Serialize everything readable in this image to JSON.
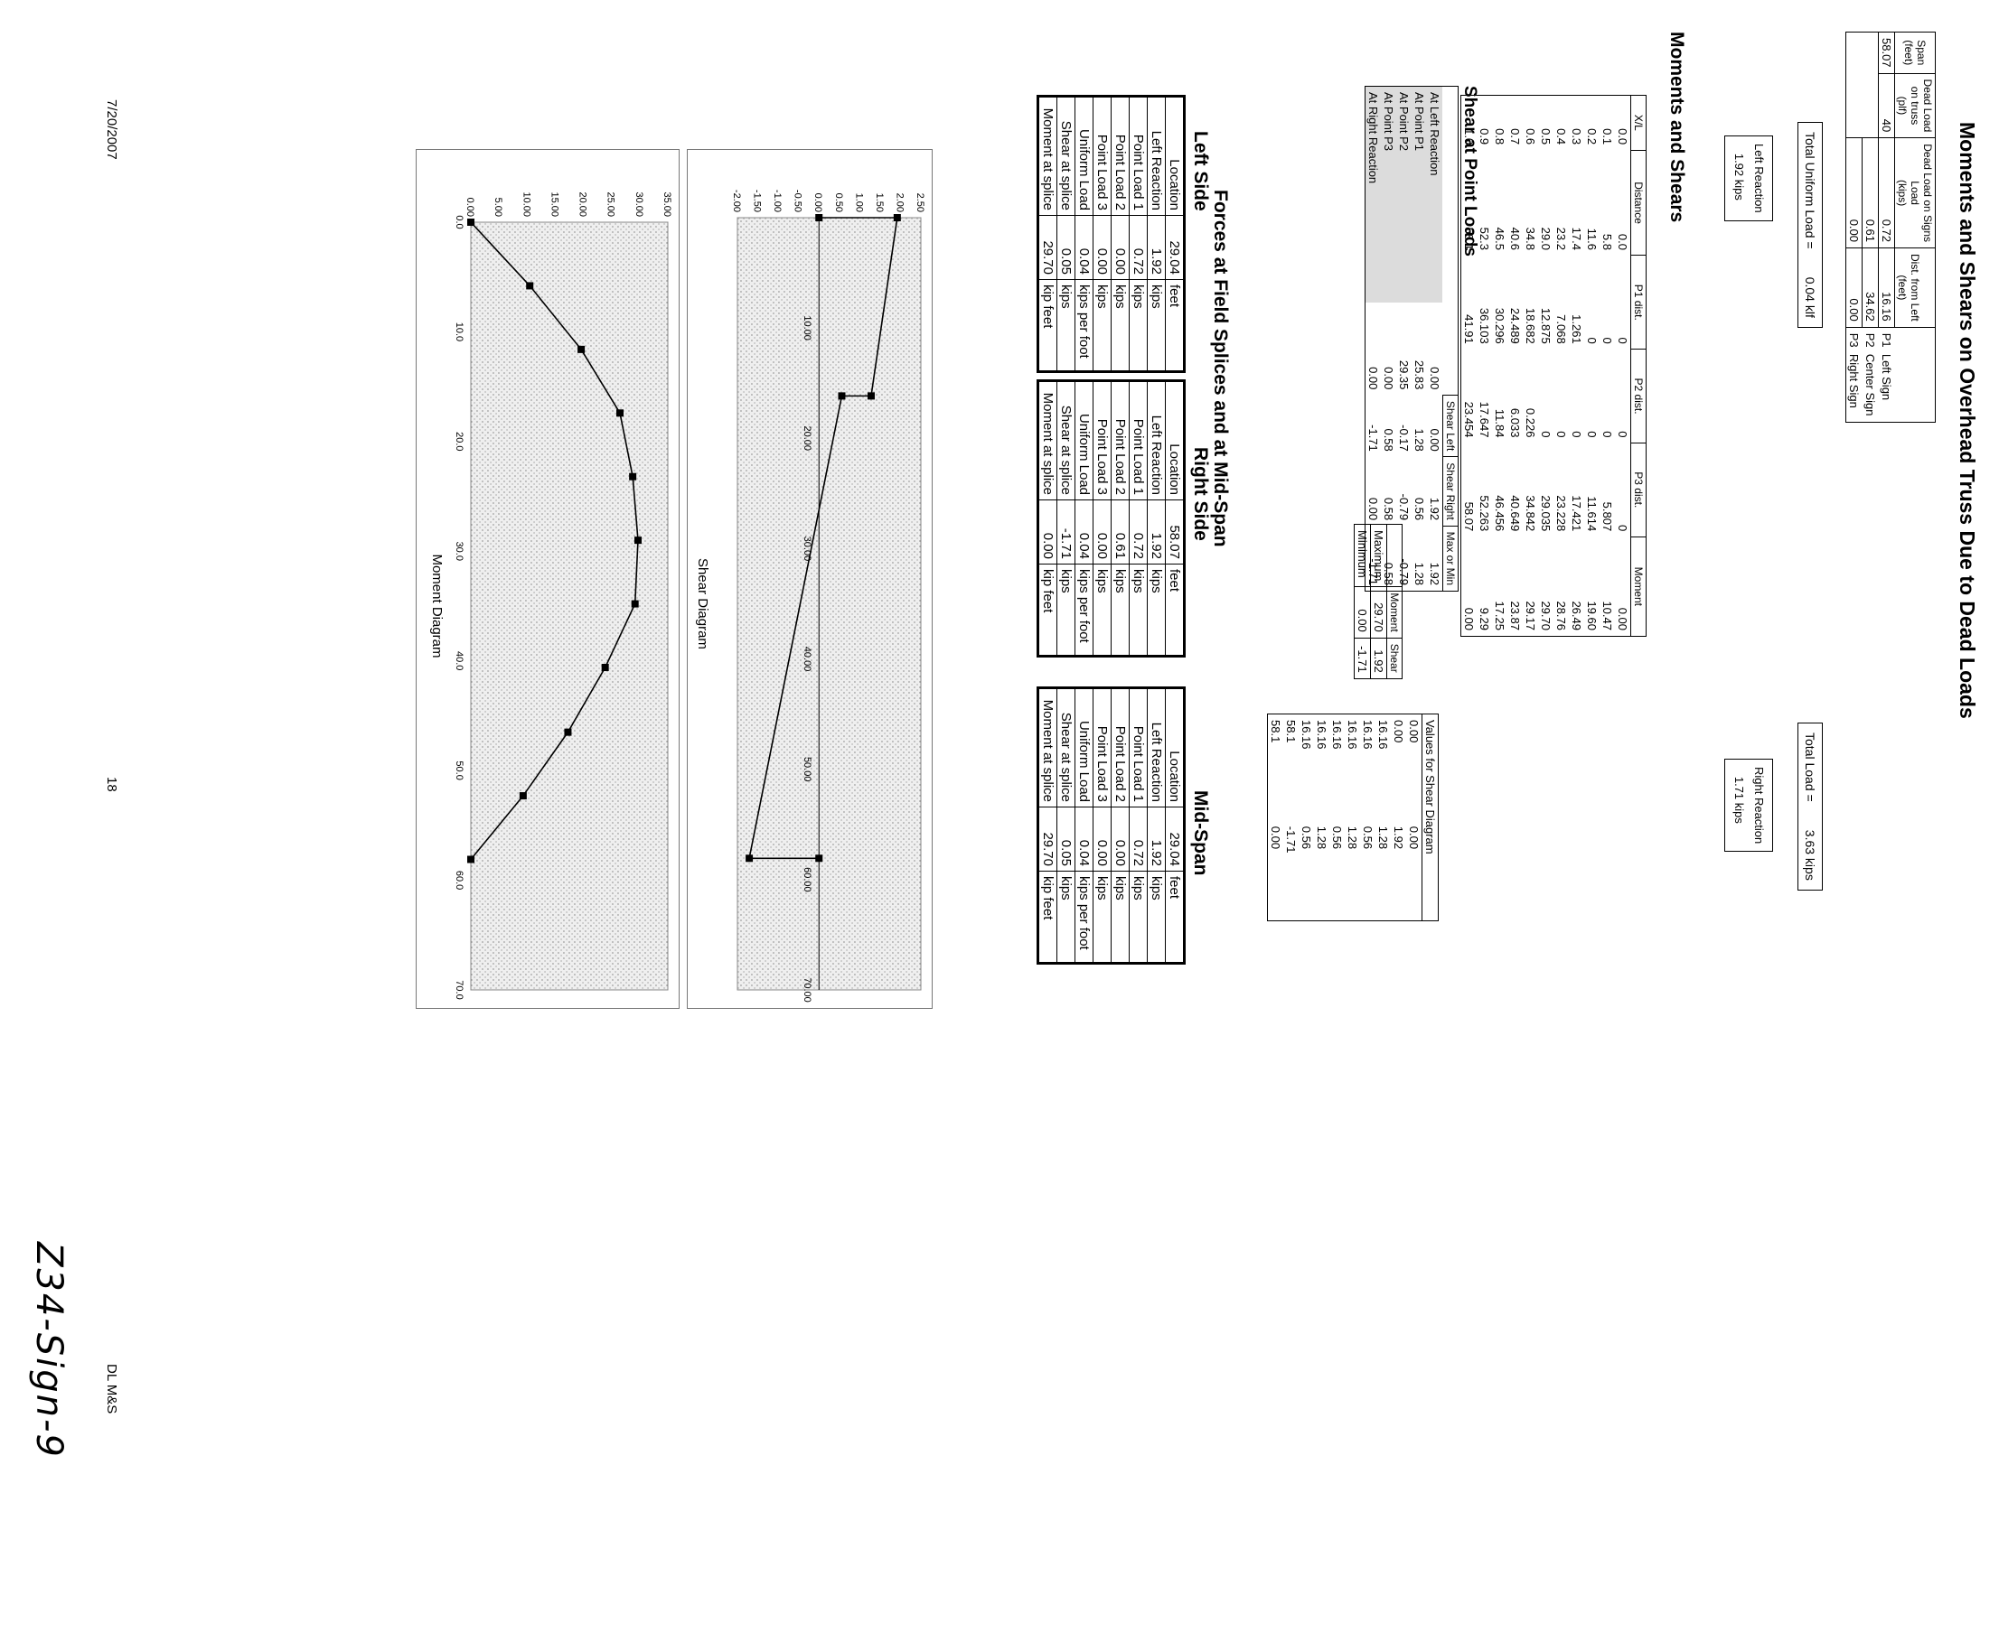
{
  "title": "Moments and Shears on Overhead Truss Due to Dead Loads",
  "input_table": {
    "headers": [
      [
        "Span",
        "(feet)"
      ],
      [
        "Dead Load",
        "on truss",
        "(plf)"
      ],
      [
        "Dead Load on Signs",
        "Load",
        "(kips)"
      ],
      [
        "",
        "Dist. from Left",
        "(feet)"
      ]
    ],
    "span": "58.07",
    "dead_load_truss": "40",
    "signs": [
      {
        "load": "0.72",
        "dist": "16.16",
        "tag": "P1",
        "desc": "Left Sign"
      },
      {
        "load": "0.61",
        "dist": "34.62",
        "tag": "P2",
        "desc": "Center Sign"
      },
      {
        "load": "0.00",
        "dist": "0.00",
        "tag": "P3",
        "desc": "Right Sign"
      }
    ]
  },
  "totals": {
    "uniform_label": "Total Uniform Load =",
    "uniform_value": "0.04 klf",
    "total_label": "Total Load =",
    "total_value": "3.63 kips",
    "left_reaction_label": "Left Reaction",
    "left_reaction_value": "1.92 kips",
    "right_reaction_label": "Right Reaction",
    "right_reaction_value": "1.71 kips"
  },
  "moments_shears": {
    "title": "Moments and Shears",
    "headers": [
      "X/L",
      "Distance",
      "P1 dist.",
      "P2 dist.",
      "P3 dist.",
      "Moment"
    ],
    "rows": [
      [
        "0.0",
        "0.0",
        "0",
        "0",
        "0",
        "0.00"
      ],
      [
        "0.1",
        "5.8",
        "0",
        "0",
        "5.807",
        "10.47"
      ],
      [
        "0.2",
        "11.6",
        "0",
        "0",
        "11.614",
        "19.60"
      ],
      [
        "0.3",
        "17.4",
        "1.261",
        "0",
        "17.421",
        "26.49"
      ],
      [
        "0.4",
        "23.2",
        "7.068",
        "0",
        "23.228",
        "28.76"
      ],
      [
        "0.5",
        "29.0",
        "12.875",
        "0",
        "29.035",
        "29.70"
      ],
      [
        "0.6",
        "34.8",
        "18.682",
        "0.226",
        "34.842",
        "29.17"
      ],
      [
        "0.7",
        "40.6",
        "24.489",
        "6.033",
        "40.649",
        "23.87"
      ],
      [
        "0.8",
        "46.5",
        "30.296",
        "11.84",
        "46.456",
        "17.25"
      ],
      [
        "0.9",
        "52.3",
        "36.103",
        "17.647",
        "52.263",
        "9.29"
      ],
      [
        "1.0",
        "58.1",
        "41.91",
        "23.454",
        "58.07",
        "0.00"
      ]
    ]
  },
  "shear_points": {
    "title": "Shear at Point Loads",
    "headers": [
      "Shear Left",
      "Shear Right",
      "Max or Min"
    ],
    "rows": [
      {
        "label": "At Left Reaction",
        "dist": "0.00",
        "left": "0.00",
        "right": "1.92",
        "mm": "1.92"
      },
      {
        "label": "At Point P1",
        "dist": "25.83",
        "left": "1.28",
        "right": "0.56",
        "mm": "1.28"
      },
      {
        "label": "At Point P2",
        "dist": "29.35",
        "left": "-0.17",
        "right": "-0.79",
        "mm": "-0.79"
      },
      {
        "label": "At Point P3",
        "dist": "0.00",
        "left": "0.58",
        "right": "0.58",
        "mm": "0.58"
      },
      {
        "label": "At Right Reaction",
        "dist": "0.00",
        "left": "-1.71",
        "right": "0.00",
        "mm": "-1.71"
      }
    ]
  },
  "extremes": {
    "headers": [
      "Moment",
      "Shear"
    ],
    "rows": [
      {
        "label": "Maximum",
        "moment": "29.70",
        "shear": "1.92"
      },
      {
        "label": "Minimum",
        "moment": "0.00",
        "shear": "-1.71"
      }
    ]
  },
  "shear_values": {
    "title": "Values for Shear Diagram",
    "rows": [
      [
        "0.00",
        "0.00"
      ],
      [
        "0.00",
        "1.92"
      ],
      [
        "16.16",
        "1.28"
      ],
      [
        "16.16",
        "0.56"
      ],
      [
        "16.16",
        "1.28"
      ],
      [
        "16.16",
        "0.56"
      ],
      [
        "16.16",
        "1.28"
      ],
      [
        "16.16",
        "0.56"
      ],
      [
        "58.1",
        "-1.71"
      ],
      [
        "58.1",
        "0.00"
      ]
    ]
  },
  "forces": {
    "title": "Forces at Field Splices and at Mid-Span",
    "left_title": "Left Side",
    "right_title": "Right Side",
    "mid_title": "Mid-Span",
    "left": [
      [
        "Location",
        "29.04",
        "feet"
      ],
      [
        "Left Reaction",
        "1.92",
        "kips"
      ],
      [
        "Point Load 1",
        "0.72",
        "kips"
      ],
      [
        "Point Load 2",
        "0.00",
        "kips"
      ],
      [
        "Point Load 3",
        "0.00",
        "kips"
      ],
      [
        "Uniform Load",
        "0.04",
        "kips per foot"
      ],
      [
        "Shear at splice",
        "0.05",
        "kips"
      ],
      [
        "Moment at splice",
        "29.70",
        "kip feet"
      ]
    ],
    "right": [
      [
        "Location",
        "58.07",
        "feet"
      ],
      [
        "Left Reaction",
        "1.92",
        "kips"
      ],
      [
        "Point Load 1",
        "0.72",
        "kips"
      ],
      [
        "Point Load 2",
        "0.61",
        "kips"
      ],
      [
        "Point Load 3",
        "0.00",
        "kips"
      ],
      [
        "Uniform Load",
        "0.04",
        "kips per foot"
      ],
      [
        "Shear at splice",
        "-1.71",
        "kips"
      ],
      [
        "Moment at splice",
        "0.00",
        "kip feet"
      ]
    ],
    "mid": [
      [
        "Location",
        "29.04",
        "feet"
      ],
      [
        "Left Reaction",
        "1.92",
        "kips"
      ],
      [
        "Point Load 1",
        "0.72",
        "kips"
      ],
      [
        "Point Load 2",
        "0.00",
        "kips"
      ],
      [
        "Point Load 3",
        "0.00",
        "kips"
      ],
      [
        "Uniform Load",
        "0.04",
        "kips per foot"
      ],
      [
        "Shear at splice",
        "0.05",
        "kips"
      ],
      [
        "Moment at splice",
        "29.70",
        "kip feet"
      ]
    ]
  },
  "chart_data": [
    {
      "type": "line",
      "title": "Shear Diagram",
      "xlim": [
        0,
        70
      ],
      "ylim": [
        -2.0,
        2.5
      ],
      "x_ticks": [
        "10.00",
        "20.00",
        "30.00",
        "40.00",
        "50.00",
        "60.00",
        "70.00"
      ],
      "y_ticks": [
        "2.50",
        "2.00",
        "1.50",
        "1.00",
        "0.50",
        "0.00",
        "-0.50",
        "-1.00",
        "-1.50",
        "-2.00"
      ],
      "x": [
        0.0,
        0.0,
        16.16,
        16.16,
        58.07,
        58.07
      ],
      "y": [
        0.0,
        1.92,
        1.28,
        0.56,
        -1.71,
        0.0
      ]
    },
    {
      "type": "line",
      "title": "Moment Diagram",
      "xlim": [
        0,
        70
      ],
      "ylim": [
        0,
        35
      ],
      "x_ticks": [
        "0.0",
        "10.0",
        "20.0",
        "30.0",
        "40.0",
        "50.0",
        "60.0",
        "70.0"
      ],
      "y_ticks": [
        "35.00",
        "30.00",
        "25.00",
        "20.00",
        "15.00",
        "10.00",
        "5.00",
        "0.00"
      ],
      "x": [
        0.0,
        5.8,
        11.6,
        17.4,
        23.2,
        29.0,
        34.8,
        40.6,
        46.5,
        52.3,
        58.1
      ],
      "y": [
        0.0,
        10.47,
        19.6,
        26.49,
        28.76,
        29.7,
        29.17,
        23.87,
        17.25,
        9.29,
        0.0
      ]
    }
  ],
  "footer": {
    "date": "7/20/2007",
    "page": "18",
    "code": "DL M&S",
    "handwritten": "Z34-Sign-9"
  }
}
